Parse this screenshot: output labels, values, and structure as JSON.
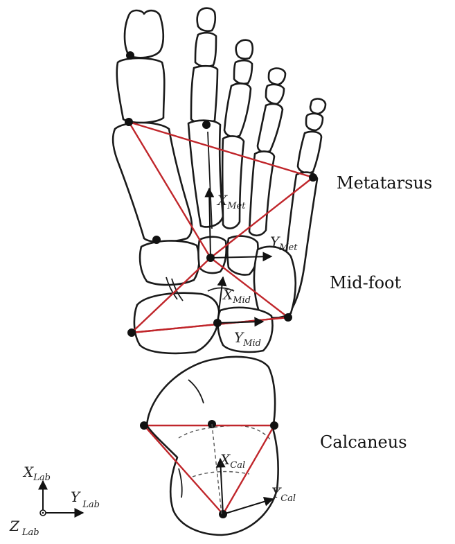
{
  "segments": {
    "metatarsus": "Metatarsus",
    "midfoot": "Mid-foot",
    "calcaneus": "Calcaneus"
  },
  "axes": {
    "met": {
      "x_main": "X",
      "x_sub": "Met",
      "y_main": "Y",
      "y_sub": "Met"
    },
    "mid": {
      "x_main": "X",
      "x_sub": "Mid",
      "y_main": "Y",
      "y_sub": "Mid"
    },
    "cal": {
      "x_main": "X",
      "x_sub": "Cal",
      "y_main": "Y",
      "y_sub": "Cal"
    },
    "lab": {
      "x_main": "X",
      "x_sub": "Lab",
      "y_main": "Y",
      "y_sub": "Lab",
      "z_main": "Z",
      "z_sub": "Lab"
    }
  },
  "colors": {
    "triangle": "#c0262b",
    "outline": "#1a1a1a",
    "marker": "#111111"
  }
}
